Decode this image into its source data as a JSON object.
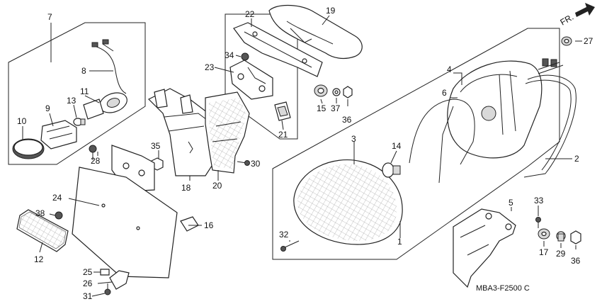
{
  "diagram": {
    "code": "MBA3-F2500 C",
    "direction_label": "FR.",
    "callouts": [
      {
        "id": "c1",
        "text": "1"
      },
      {
        "id": "c2",
        "text": "2"
      },
      {
        "id": "c3",
        "text": "3"
      },
      {
        "id": "c4",
        "text": "4"
      },
      {
        "id": "c5",
        "text": "5"
      },
      {
        "id": "c6",
        "text": "6"
      },
      {
        "id": "c7",
        "text": "7"
      },
      {
        "id": "c8",
        "text": "8"
      },
      {
        "id": "c9",
        "text": "9"
      },
      {
        "id": "c10",
        "text": "10"
      },
      {
        "id": "c11",
        "text": "11"
      },
      {
        "id": "c12",
        "text": "12"
      },
      {
        "id": "c13",
        "text": "13"
      },
      {
        "id": "c14",
        "text": "14"
      },
      {
        "id": "c15",
        "text": "15"
      },
      {
        "id": "c16",
        "text": "16"
      },
      {
        "id": "c17",
        "text": "17"
      },
      {
        "id": "c18",
        "text": "18"
      },
      {
        "id": "c19",
        "text": "19"
      },
      {
        "id": "c20",
        "text": "20"
      },
      {
        "id": "c21",
        "text": "21"
      },
      {
        "id": "c22",
        "text": "22"
      },
      {
        "id": "c23",
        "text": "23"
      },
      {
        "id": "c24",
        "text": "24"
      },
      {
        "id": "c25",
        "text": "25"
      },
      {
        "id": "c26",
        "text": "26"
      },
      {
        "id": "c27",
        "text": "27"
      },
      {
        "id": "c28",
        "text": "28"
      },
      {
        "id": "c29",
        "text": "29"
      },
      {
        "id": "c30",
        "text": "30"
      },
      {
        "id": "c31",
        "text": "31"
      },
      {
        "id": "c32",
        "text": "32"
      },
      {
        "id": "c33",
        "text": "33"
      },
      {
        "id": "c34",
        "text": "34"
      },
      {
        "id": "c35",
        "text": "35"
      },
      {
        "id": "c36a",
        "text": "36"
      },
      {
        "id": "c36b",
        "text": "36"
      },
      {
        "id": "c37",
        "text": "37"
      },
      {
        "id": "c38",
        "text": "38"
      }
    ]
  }
}
